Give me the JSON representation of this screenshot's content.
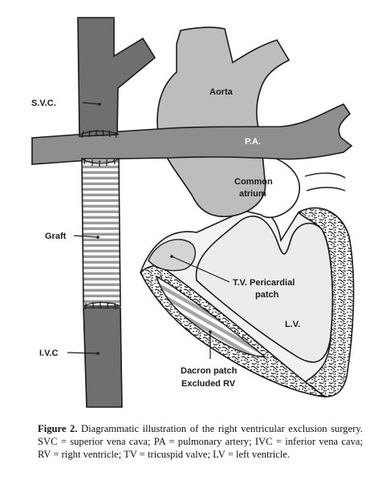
{
  "labels": {
    "svc": "S.V.C.",
    "graft": "Graft",
    "ivc": "I.V.C",
    "aorta": "Aorta",
    "pa": "P.A.",
    "common_atrium_1": "Common",
    "common_atrium_2": "atrium",
    "tv_patch_1": "T.V. Pericardial",
    "tv_patch_2": "patch",
    "lv": "L.V.",
    "dacron_1": "Dacron patch",
    "dacron_2": "Excluded RV"
  },
  "caption": {
    "figure_label": "Figure 2.",
    "text": "Diagrammatic illustration of the right ventricular exclusion surgery. SVC = superior vena cava; PA = pulmonary artery; IVC = inferior vena cava; RV = right ventricle; TV = tricuspid valve; LV = left ventricle."
  },
  "colors": {
    "vessel_dark": "#6f6f6f",
    "aorta_light": "#bdbdbd",
    "pa_mid": "#8e8e8e",
    "outline": "#1a1a1a"
  }
}
